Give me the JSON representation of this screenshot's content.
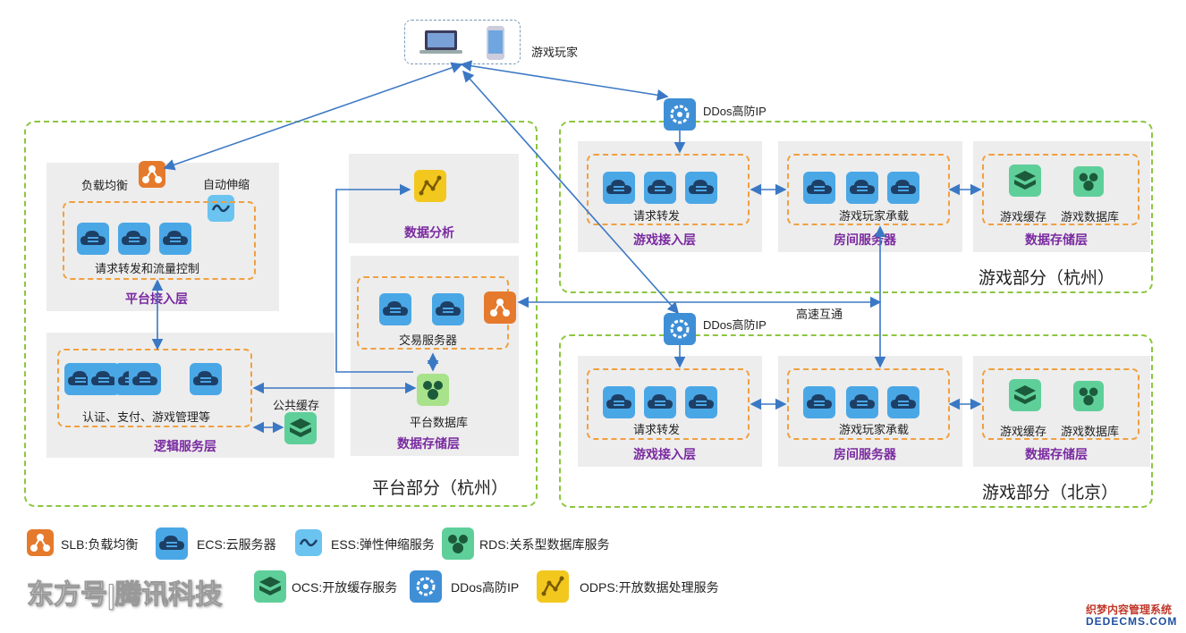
{
  "players": {
    "label": "游戏玩家"
  },
  "ddos_top": {
    "label": "DDos高防IP"
  },
  "ddos_mid": {
    "label": "DDos高防IP"
  },
  "high_speed": {
    "label": "高速互通"
  },
  "platform": {
    "title": "平台部分（杭州）",
    "access": {
      "slb_label": "负载均衡",
      "ess_label": "自动伸缩",
      "group_label": "请求转发和流量控制",
      "layer_label": "平台接入层"
    },
    "analysis": {
      "layer_label": "数据分析"
    },
    "trade": {
      "group_label": "交易服务器"
    },
    "logic": {
      "group_label": "认证、支付、游戏管理等",
      "cache_label": "公共缓存",
      "layer_label": "逻辑服务层"
    },
    "storage": {
      "db_label": "平台数据库",
      "layer_label": "数据存储层"
    }
  },
  "game_hz": {
    "title": "游戏部分（杭州）",
    "access": {
      "group_label": "请求转发",
      "layer_label": "游戏接入层"
    },
    "room": {
      "group_label": "游戏玩家承载",
      "layer_label": "房间服务器"
    },
    "storage": {
      "cache_label": "游戏缓存",
      "db_label": "游戏数据库",
      "layer_label": "数据存储层"
    }
  },
  "game_bj": {
    "title": "游戏部分（北京）",
    "access": {
      "group_label": "请求转发",
      "layer_label": "游戏接入层"
    },
    "room": {
      "group_label": "游戏玩家承载",
      "layer_label": "房间服务器"
    },
    "storage": {
      "cache_label": "游戏缓存",
      "db_label": "游戏数据库",
      "layer_label": "数据存储层"
    }
  },
  "legend": {
    "slb": "SLB:负载均衡",
    "ecs": "ECS:云服务器",
    "ess": "ESS:弹性伸缩服务",
    "rds": "RDS:关系型数据库服务",
    "ocs": "OCS:开放缓存服务",
    "ddos": "DDos高防IP",
    "odps": "ODPS:开放数据处理服务"
  },
  "watermark": {
    "left": "东方号|腾讯科技",
    "right_top": "织梦内容管理系统",
    "right_bottom": "DEDECMS.COM"
  },
  "colors": {
    "region_border": "#8cc63f",
    "group_border": "#f0a040",
    "layer_text": "#7a2aa0",
    "arrow": "#3b78c4",
    "ecs": "#4aa7e6",
    "slb": "#e57a2d",
    "rds": "#5fcf9a",
    "ddos": "#3f8fd6",
    "odps": "#f2c81f"
  }
}
